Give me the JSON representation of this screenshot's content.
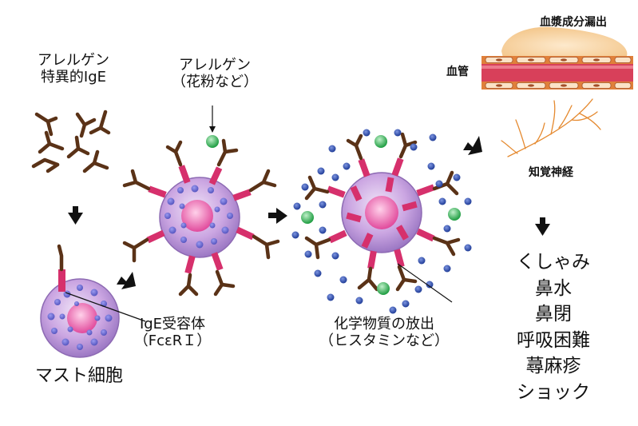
{
  "labels": {
    "allergen_igE_line1": "アレルゲン",
    "allergen_igE_line2": "特異的IgE",
    "allergen_line1": "アレルゲン",
    "allergen_line2": "（花粉など）",
    "mast_cell": "マスト細胞",
    "receptor_line1": "IgE受容体",
    "receptor_line2": "（FcεRＩ）",
    "release_line1": "化学物質の放出",
    "release_line2": "（ヒスタミンなど）",
    "plasma_leak": "血漿成分漏出",
    "blood_vessel": "血管",
    "sensory_nerve": "知覚神経"
  },
  "symptoms": [
    "くしゃみ",
    "鼻水",
    "鼻閉",
    "呼吸困難",
    "蕁麻疹",
    "ショック"
  ],
  "colors": {
    "antibody": "#5a3217",
    "receptor": "#d6306c",
    "cell_body": "#c39bdc",
    "nucleus": "#e85aa8",
    "granule": "#6a6ad0",
    "allergen": "#2fae4e",
    "released_chemical": "#2a4aa6",
    "arrow": "#111111",
    "vessel_red": "#d8405a",
    "vessel_orange": "#e0803a",
    "nerve": "#e58a30"
  },
  "icons": [
    "antibody-icon",
    "allergen-particle-icon",
    "mast-cell-icon",
    "arrow-down-icon",
    "arrow-right-icon",
    "blood-vessel-icon",
    "sensory-nerve-icon"
  ]
}
